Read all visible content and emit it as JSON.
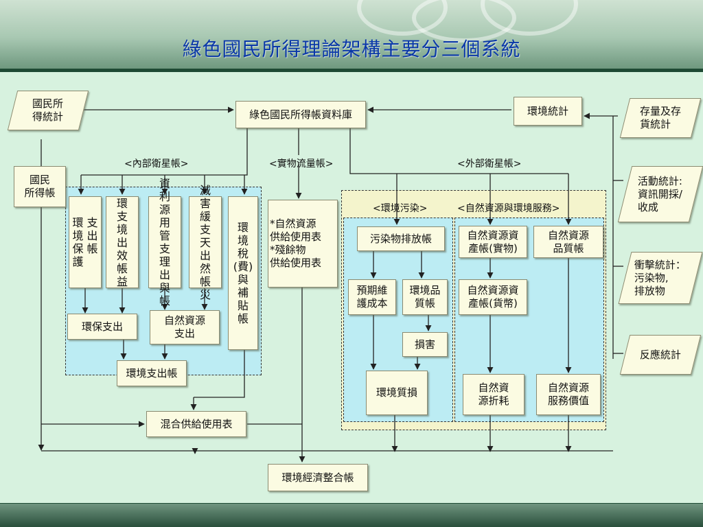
{
  "title": "綠色國民所得理論架構主要分三個系統",
  "nodes": {
    "national_income_stats": "國民所\n得統計",
    "green_db": "綠色國民所得帳資料庫",
    "env_stats": "環境統計",
    "stock_stats": "存量及存\n貨統計",
    "national_income_account": "國民\n所得帳",
    "activity_stats": "活動統計:\n資訊開採/\n收成",
    "impact_stats": "衝擊統計：\n污染物,\n排放物",
    "response_stats": "反應統計",
    "env_protect_exp_ben": "環\n支\n境\n出\n保\n帳\n護",
    "env_protect_exp_eff": "環\n支\n境\n出\n效\n帳\n益",
    "resource_mgmt": "資\n利\n源\n用\n管\n支\n理\n出\n與\n帳",
    "disaster_relief": "減\n害\n緩\n支\n天\n出\n然\n帳\n災",
    "env_tax": "環\n境\n稅\n(費)\n與\n補\n貼\n帳",
    "env_protect_exp": "環保支出",
    "natural_resource_exp": "自然資源\n支出",
    "env_exp_account": "環境支出帳",
    "resource_supply_use": "*自然資源\n  供給使用表\n*殘餘物\n  供給使用表",
    "pollution_emission": "污染物排放帳",
    "expected_maintenance": "預期維\n護成本",
    "env_quality": "環境品\n質帳",
    "damage": "損害",
    "env_degradation": "環境質損",
    "nat_asset_physical": "自然資源資\n產帳(實物)",
    "nat_quality": "自然資源\n品質帳",
    "nat_asset_monetary": "自然資源資\n產帳(貨幣)",
    "nat_depletion": "自然資\n源折耗",
    "nat_service_value": "自然資源\n服務價值",
    "mixed_supply_use": "混合供給使用表",
    "env_econ_integrated": "環境經濟整合帳"
  },
  "labels": {
    "internal_satellite": "<內部衛星帳>",
    "physical_flow": "<實物流量帳>",
    "external_satellite": "<外部衛星帳>",
    "env_pollution": "<環境污染>",
    "nat_resources_services": "<自然資源與環境服務>"
  },
  "colors": {
    "title": "#0a38a8",
    "canvas": "#d7f2df",
    "box": "#fbfbe2",
    "region_blue": "#bcecf3",
    "region_yellow": "#f4f4cc",
    "line": "#222222"
  }
}
